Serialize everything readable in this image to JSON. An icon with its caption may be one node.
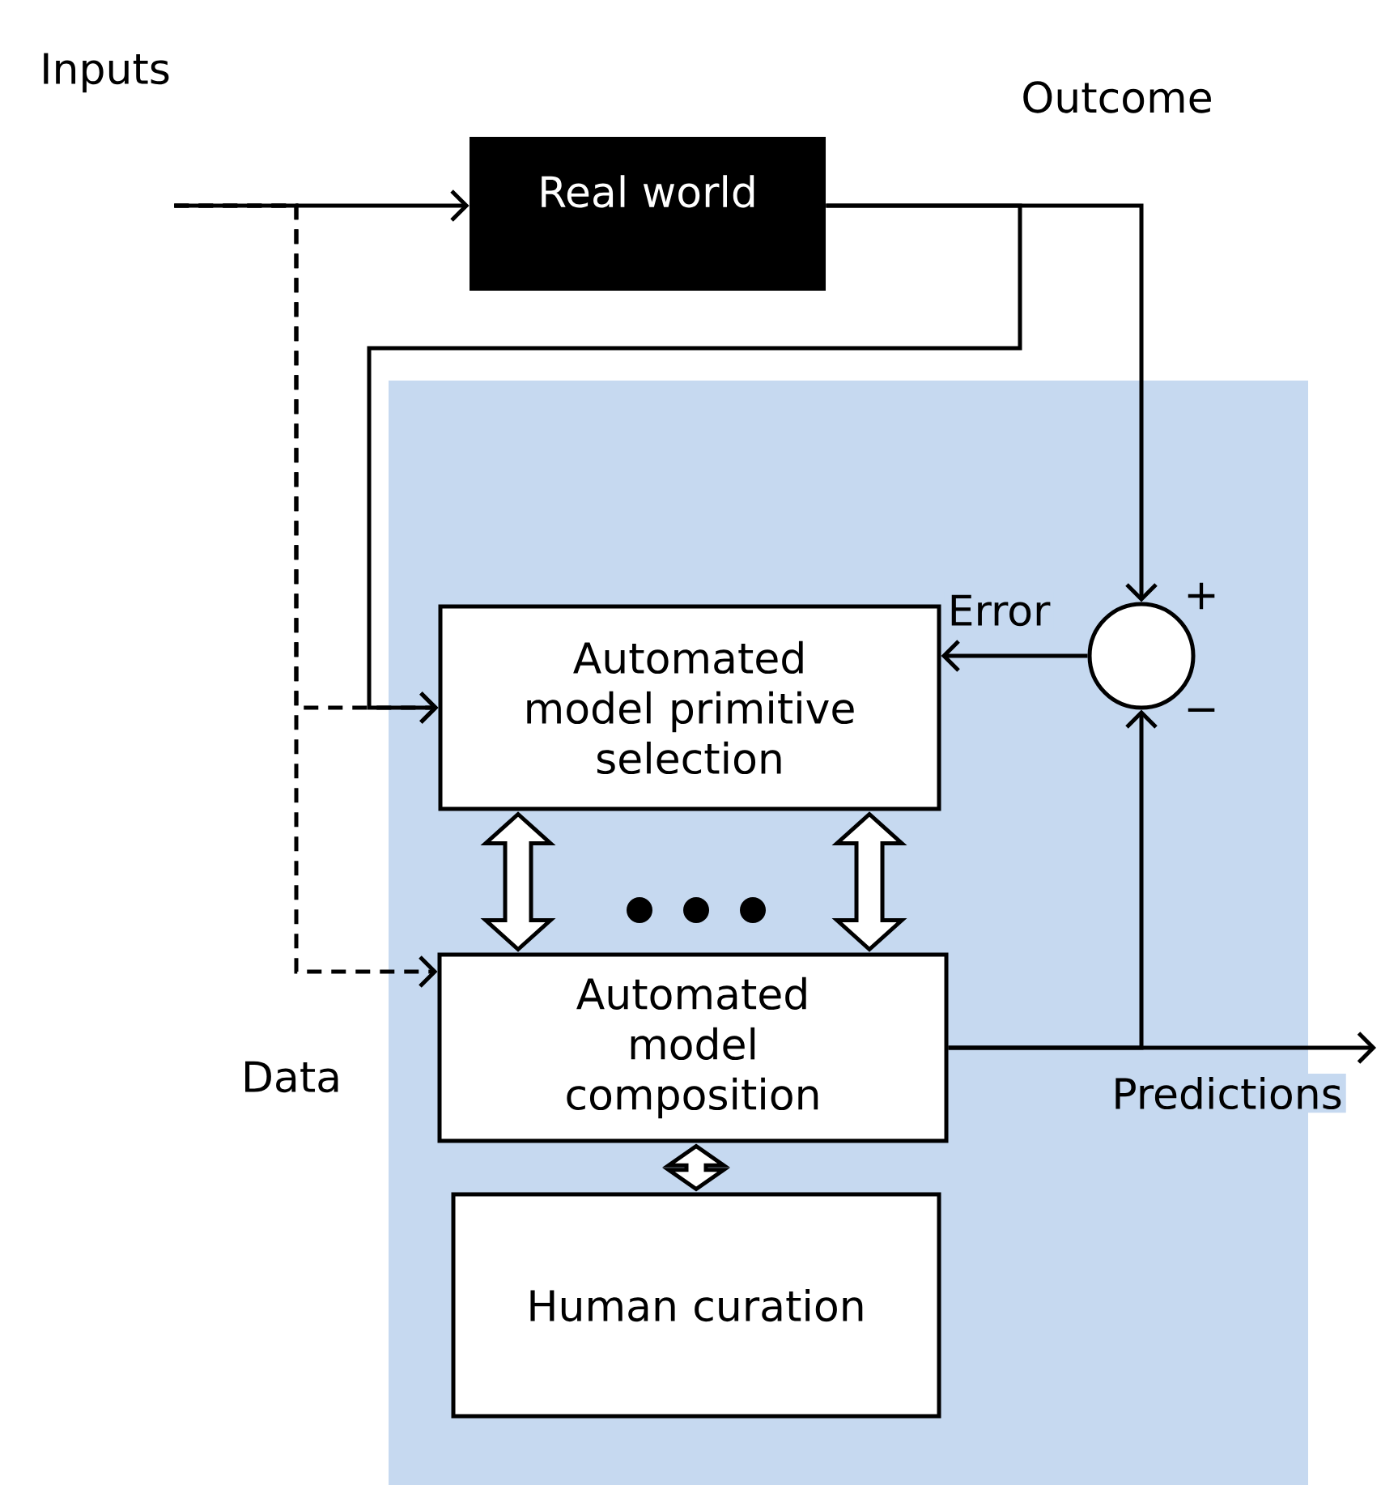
{
  "diagram": {
    "nodes": [
      {
        "text": [
          "Inputs"
        ]
      },
      {
        "text": [
          "Real world"
        ]
      },
      {
        "text": [],
        "shape": "box"
      },
      {
        "text": [
          "Automated model primitive selection"
        ],
        "in": 2
      },
      {
        "text": [],
        "shape": "circle",
        "in": 2
      },
      {
        "text": [
          "Automated model composition"
        ],
        "in": 2
      },
      {
        "text": [
          "Human curation"
        ],
        "in": 2
      }
    ],
    "edges": [
      {
        "from": 0,
        "to": 1,
        "arrow": "to"
      },
      {
        "from": 0,
        "to": 3,
        "arrow": "to",
        "style": "dashed"
      },
      {
        "from": 0,
        "to": 5,
        "arrow": "to",
        "style": "dashed",
        "label": "Data"
      },
      {
        "from": 1,
        "to": 4,
        "arrow": "to",
        "label": "Outcome"
      },
      {
        "from": 1,
        "to": 3,
        "arrow": "to"
      },
      {
        "from": 4,
        "to": 3,
        "arrow": "to",
        "label": "Error"
      },
      {
        "from": 5,
        "to": 4,
        "arrow": "to"
      },
      {
        "from": 5,
        "to": null,
        "arrow": "to",
        "label": "Predictions"
      },
      {
        "from": 3,
        "to": 5,
        "arrow": "both",
        "style": "thick"
      },
      {
        "from": 3,
        "to": 5,
        "arrow": "both",
        "style": "thick"
      },
      {
        "from": 5,
        "to": 6,
        "arrow": "both",
        "style": "thick"
      }
    ],
    "labels": [
      "+",
      "−"
    ]
  }
}
